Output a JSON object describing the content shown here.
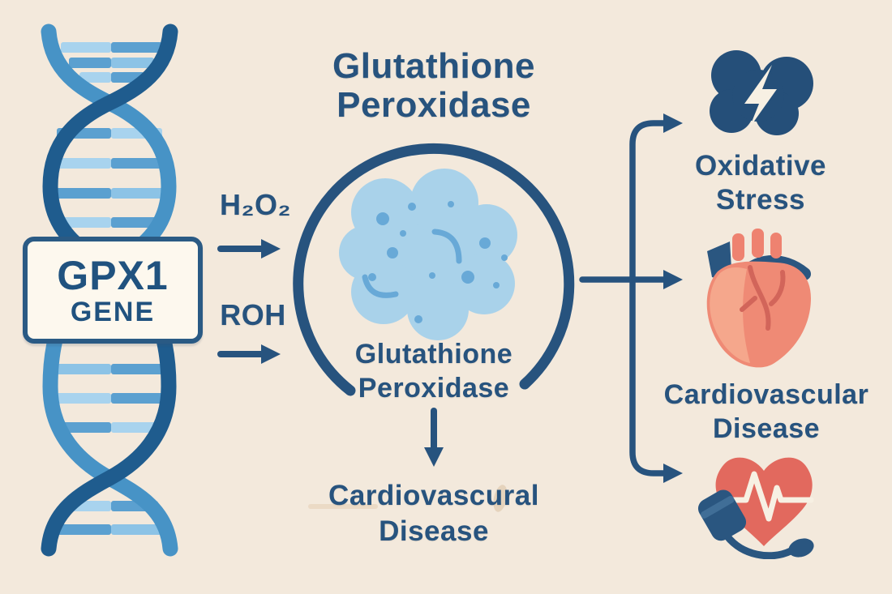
{
  "title": {
    "line1": "Glutathione",
    "line2": "Peroxidase"
  },
  "gene_box": {
    "name": "GPX1",
    "type": "GENE"
  },
  "substrates": {
    "first": "H₂O₂",
    "second": "ROH"
  },
  "enzyme_circle_label": {
    "line1": "Glutathione",
    "line2": "Peroxidase"
  },
  "center_outcome": {
    "line1": "Cardiovascural",
    "line2": "Disease"
  },
  "right_outcomes": {
    "oxidative_stress": {
      "line1": "Oxidative",
      "line2": "Stress"
    },
    "cardiovascular_disease": {
      "line1": "Cardiovascular",
      "line2": "Disease"
    }
  },
  "icons": {
    "dna": "dna-double-helix-icon",
    "enzyme": "enzyme-blob-icon",
    "storm": "storm-cloud-lightning-icon",
    "heart": "anatomical-heart-icon",
    "pulse": "heart-pulse-bp-cuff-icon"
  },
  "colors": {
    "background": "#f3e9dc",
    "ink": "#27537e",
    "dna_medium_blue": "#4793c6",
    "dna_dark_blue": "#1f5c8e",
    "rung_light_blue": "#a8d3ee",
    "rung_mid_blue": "#5ba0d0",
    "box_fill": "#fdf8ee",
    "enzyme_fill": "#a9d2ea",
    "enzyme_spot": "#68a9d7",
    "heart_salmon": "#ef8a75",
    "heart_light": "#f5a78c",
    "vessel_red": "#d2655a",
    "pulse_heart_red": "#e2695e",
    "cream_white": "#f7f0e3"
  }
}
